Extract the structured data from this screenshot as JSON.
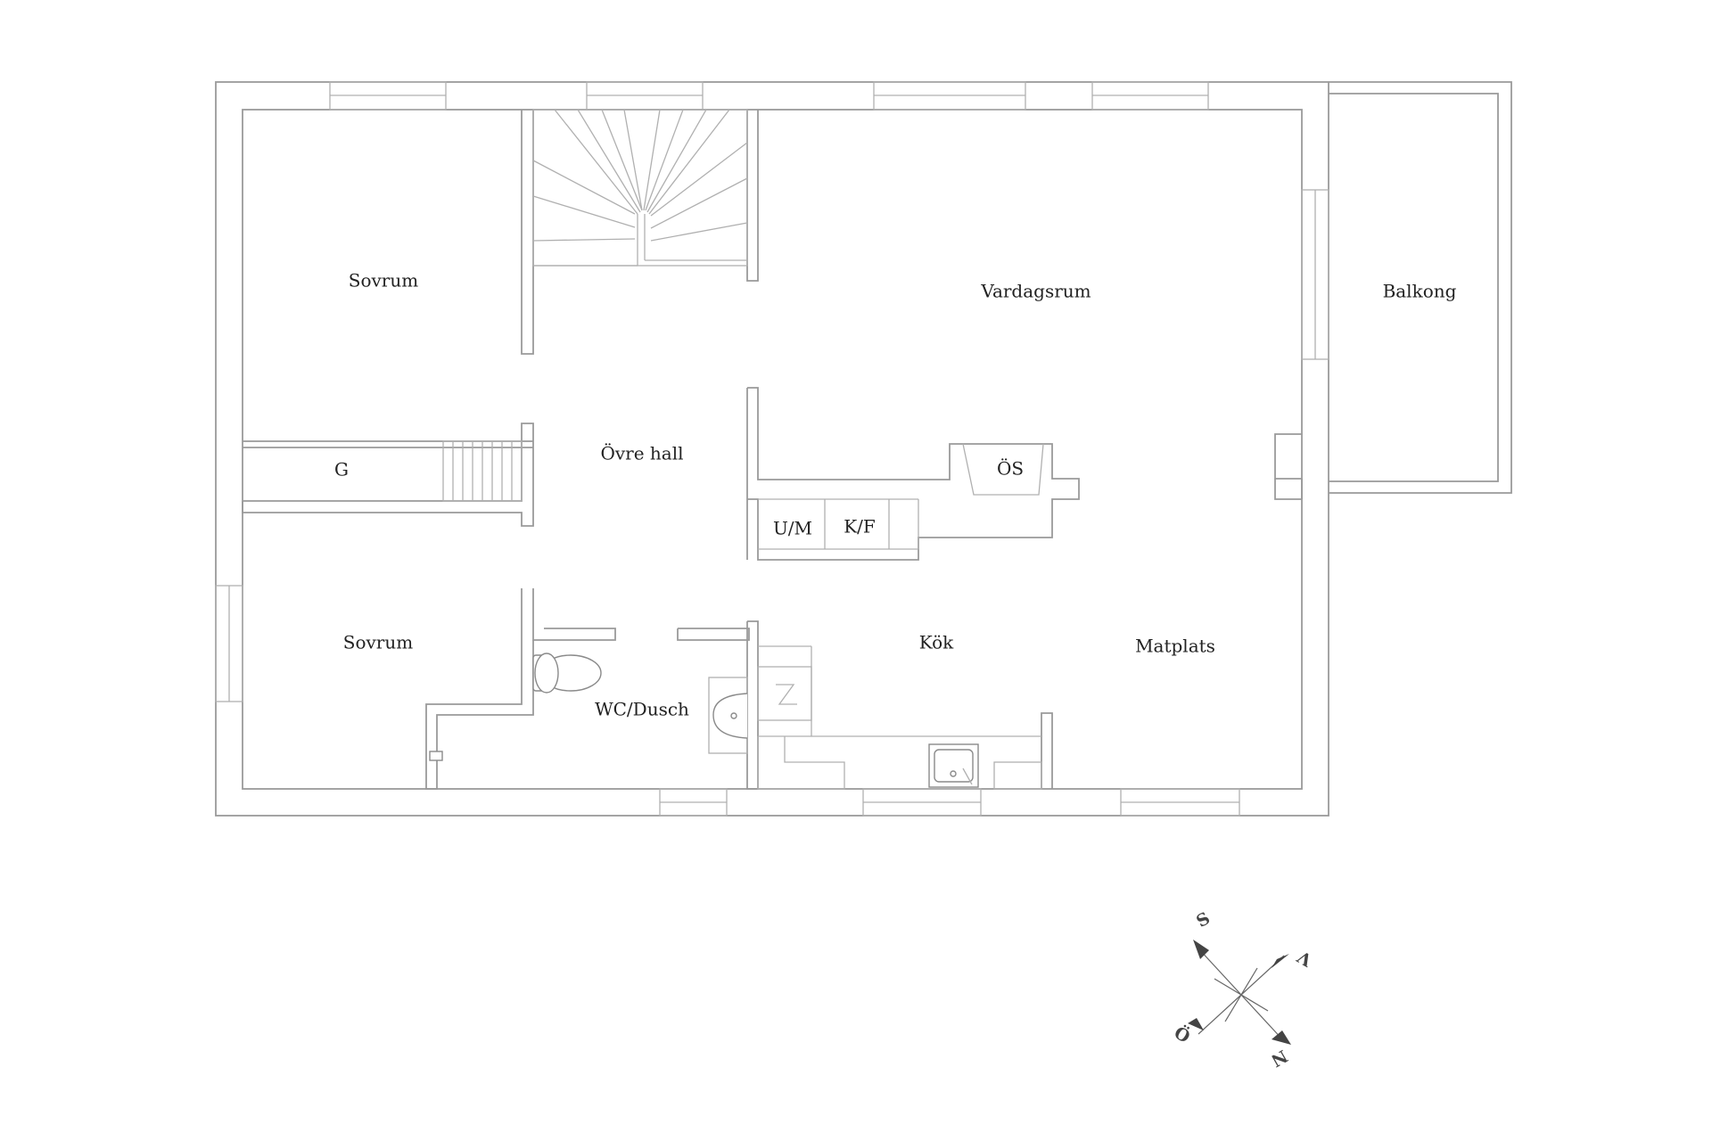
{
  "floor_plan": {
    "rooms": {
      "sovrum_upper": "Sovrum",
      "sovrum_lower": "Sovrum",
      "vardagsrum": "Vardagsrum",
      "balkong": "Balkong",
      "ovre_hall": "Övre hall",
      "garderob": "G",
      "os": "ÖS",
      "um": "U/M",
      "kf": "K/F",
      "wc_dusch": "WC/Dusch",
      "kok": "Kök",
      "matplats": "Matplats"
    },
    "compass": {
      "north": "N",
      "south": "S",
      "east": "Ö",
      "west": "V"
    },
    "colors": {
      "line": "#9a9a9a",
      "text": "#222222",
      "compass": "#444444"
    }
  }
}
